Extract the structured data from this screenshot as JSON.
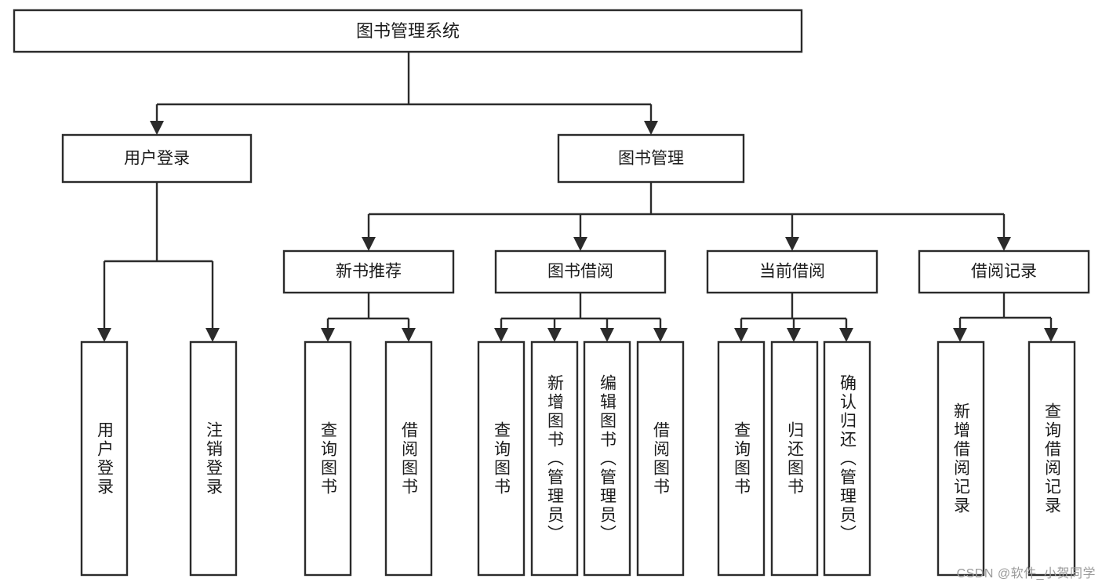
{
  "diagram": {
    "type": "tree-hierarchy",
    "title": "图书管理系统",
    "watermark": "CSDN @软件_小贺同学",
    "colors": {
      "stroke": "#2b2b2b",
      "fill": "#ffffff",
      "text": "#1b1b1b",
      "watermark": "#9a9a9a"
    },
    "levels": {
      "root": {
        "label": "图书管理系统"
      },
      "level2": [
        {
          "label": "用户登录"
        },
        {
          "label": "图书管理"
        }
      ],
      "level3": [
        {
          "label": "新书推荐"
        },
        {
          "label": "图书借阅"
        },
        {
          "label": "当前借阅"
        },
        {
          "label": "借阅记录"
        }
      ],
      "leaves": {
        "user_login": [
          {
            "label": "用户登录"
          },
          {
            "label": "注销登录"
          }
        ],
        "new_book_recommend": [
          {
            "label": "查询图书"
          },
          {
            "label": "借阅图书"
          }
        ],
        "book_borrow": [
          {
            "label": "查询图书"
          },
          {
            "label": "新增图书（管理员）"
          },
          {
            "label": "编辑图书（管理员）"
          },
          {
            "label": "借阅图书"
          }
        ],
        "current_borrow": [
          {
            "label": "查询图书"
          },
          {
            "label": "归还图书"
          },
          {
            "label": "确认归还（管理员）"
          }
        ],
        "borrow_record": [
          {
            "label": "新增借阅记录"
          },
          {
            "label": "查询借阅记录"
          }
        ]
      }
    }
  }
}
